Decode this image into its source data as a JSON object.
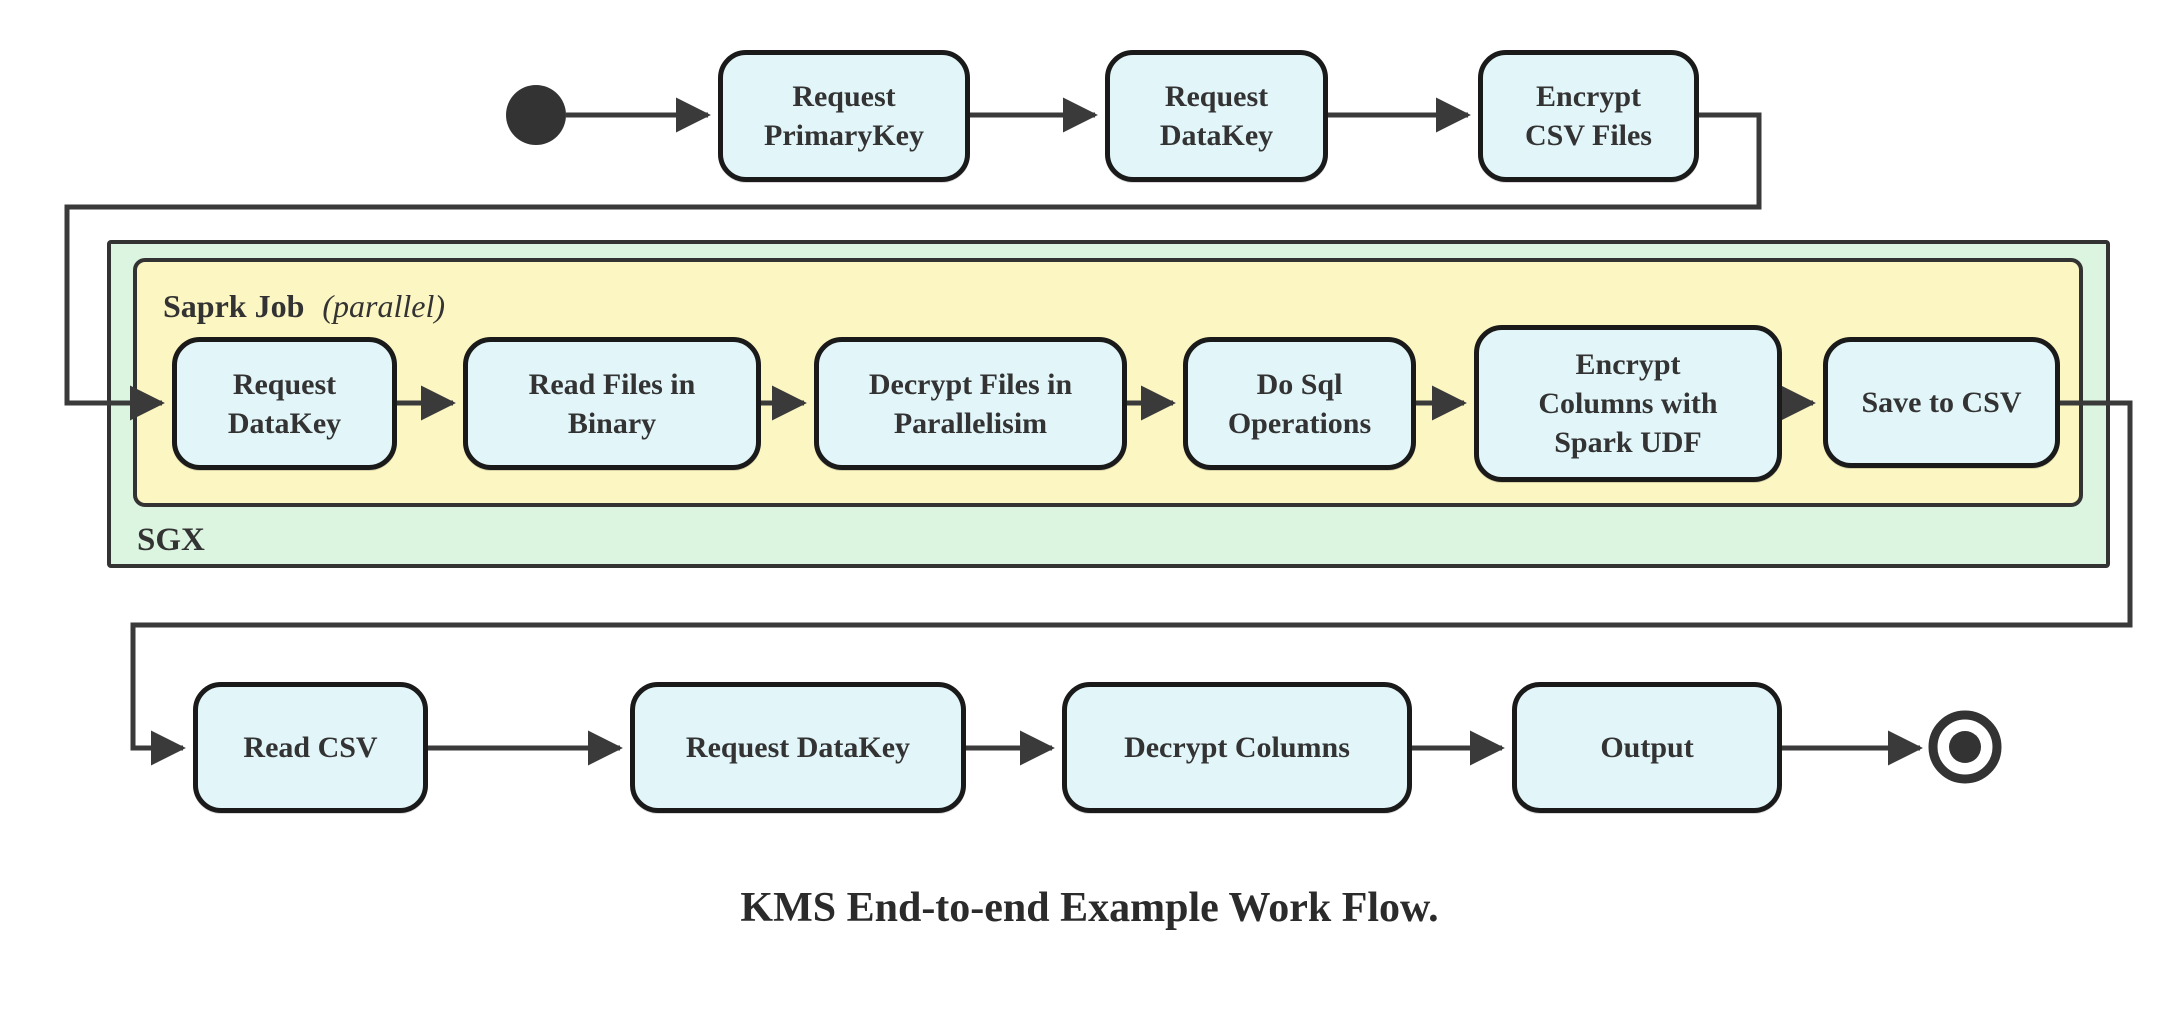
{
  "diagram": {
    "caption": "KMS End-to-end Example Work Flow.",
    "colors": {
      "node_fill": "#e2f6fa",
      "node_border": "#1a1a1a",
      "node_text": "#333333",
      "sgx_container_fill": "#dcf5e0",
      "spark_container_fill": "#fcf6c2",
      "container_border": "#333333",
      "connector_line": "#3a3a3a"
    },
    "containers": {
      "spark_label_bold": "Saprk Job",
      "spark_label_italic": "(parallel)",
      "sgx_label": "SGX"
    },
    "top_row": [
      {
        "label": "Request\nPrimaryKey"
      },
      {
        "label": "Request\nDataKey"
      },
      {
        "label": "Encrypt\nCSV Files"
      }
    ],
    "spark_row": [
      {
        "label": "Request\nDataKey"
      },
      {
        "label": "Read Files in\nBinary"
      },
      {
        "label": "Decrypt Files in\nParallelisim"
      },
      {
        "label": "Do Sql\nOperations"
      },
      {
        "label": "Encrypt\nColumns with\nSpark UDF"
      },
      {
        "label": "Save to CSV"
      }
    ],
    "bottom_row": [
      {
        "label": "Read CSV"
      },
      {
        "label": "Request DataKey"
      },
      {
        "label": "Decrypt Columns"
      },
      {
        "label": "Output"
      }
    ]
  }
}
